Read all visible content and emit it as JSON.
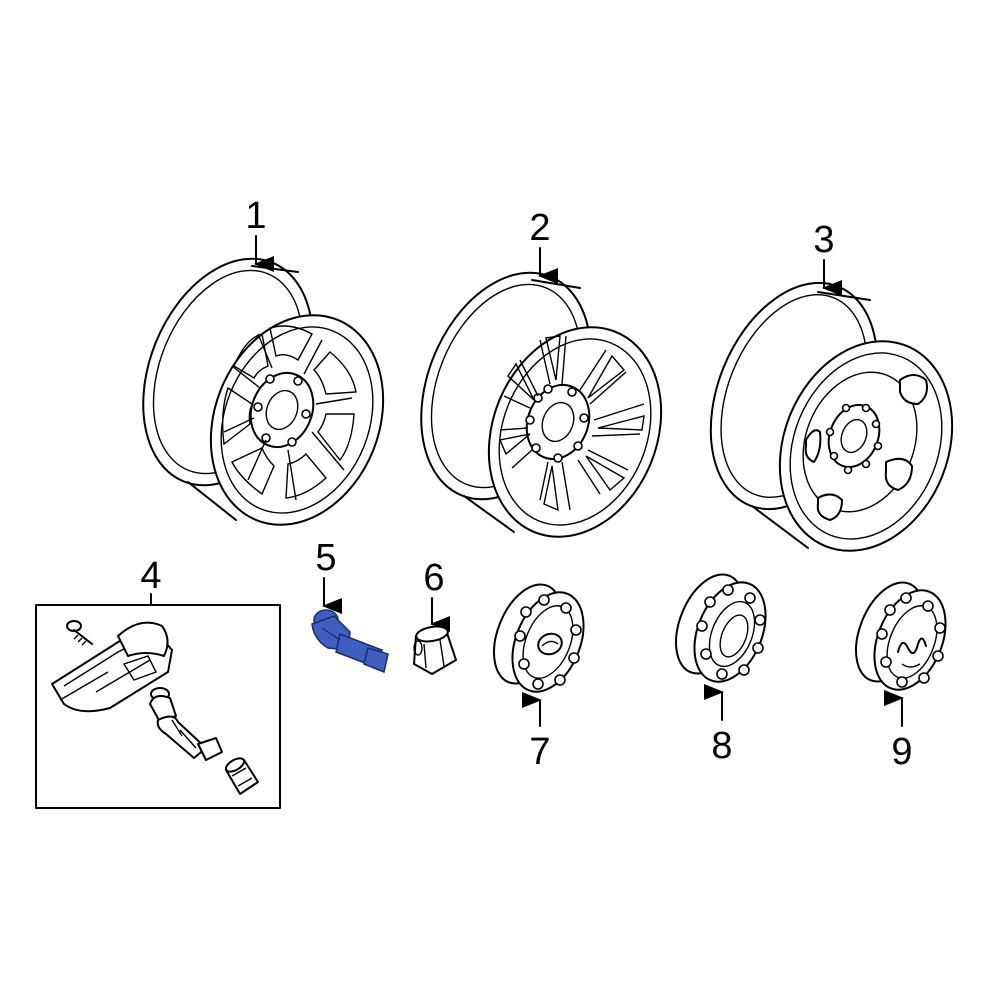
{
  "callouts": {
    "c1": "1",
    "c2": "2",
    "c3": "3",
    "c4": "4",
    "c5": "5",
    "c6": "6",
    "c7": "7",
    "c8": "8",
    "c9": "9"
  },
  "colors": {
    "highlight": "#3f5fbf",
    "line": "#000000",
    "background": "#ffffff"
  }
}
